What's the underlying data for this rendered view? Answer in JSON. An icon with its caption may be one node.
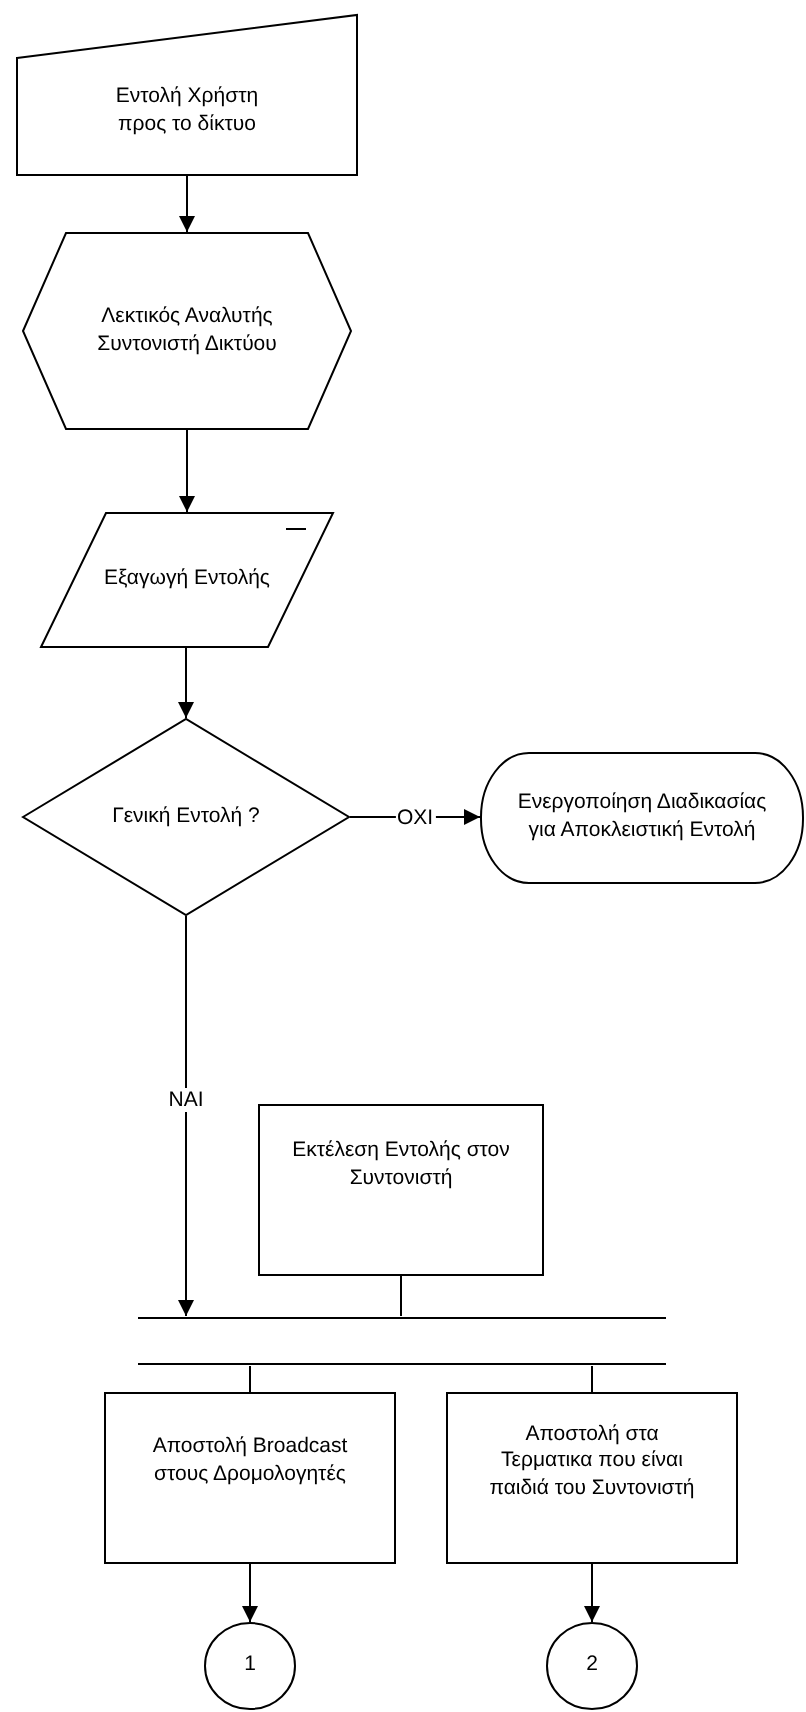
{
  "diagram": {
    "nodes": [
      {
        "text": [
          "Εντολή Χρήστη προς το δίκτυο"
        ]
      },
      {
        "text": [
          "Λεκτικός Αναλυτής Συντονιστή Δικτύου"
        ]
      },
      {
        "text": [
          "Εξαγωγή Εντολής"
        ]
      },
      {
        "text": [
          "Γενική Εντολή ?"
        ]
      },
      {
        "text": [
          "Ενεργοποίηση Διαδικασίας για Αποκλειστική Εντολή"
        ]
      },
      {
        "text": [
          "Εκτέλεση Εντολής στον Συντονιστή"
        ]
      },
      {
        "text": [],
        "shape": "bar"
      },
      {
        "text": [],
        "shape": "bar"
      },
      {
        "text": [
          "Αποστολή Broadcast στους Δρομολογητές"
        ]
      },
      {
        "text": [
          "Αποστολή στα Τερματικα που είναι παιδιά του Συντονιστή"
        ]
      },
      {
        "text": [
          "1"
        ]
      },
      {
        "text": [
          "2"
        ]
      }
    ],
    "edges": [
      {
        "from": 0,
        "to": 1,
        "arrow": "to"
      },
      {
        "from": 1,
        "to": 2,
        "arrow": "to"
      },
      {
        "from": 2,
        "to": 3,
        "arrow": "to"
      },
      {
        "from": 3,
        "to": 4,
        "arrow": "to",
        "label": "ΟΧΙ"
      },
      {
        "from": 3,
        "to": 6,
        "arrow": "to",
        "label": "ΝΑΙ"
      },
      {
        "from": 5,
        "to": 6,
        "arrow": "none"
      },
      {
        "from": 7,
        "to": 8,
        "arrow": "none"
      },
      {
        "from": 7,
        "to": 9,
        "arrow": "none"
      },
      {
        "from": 8,
        "to": 10,
        "arrow": "to"
      },
      {
        "from": 9,
        "to": 11,
        "arrow": "to"
      }
    ]
  }
}
